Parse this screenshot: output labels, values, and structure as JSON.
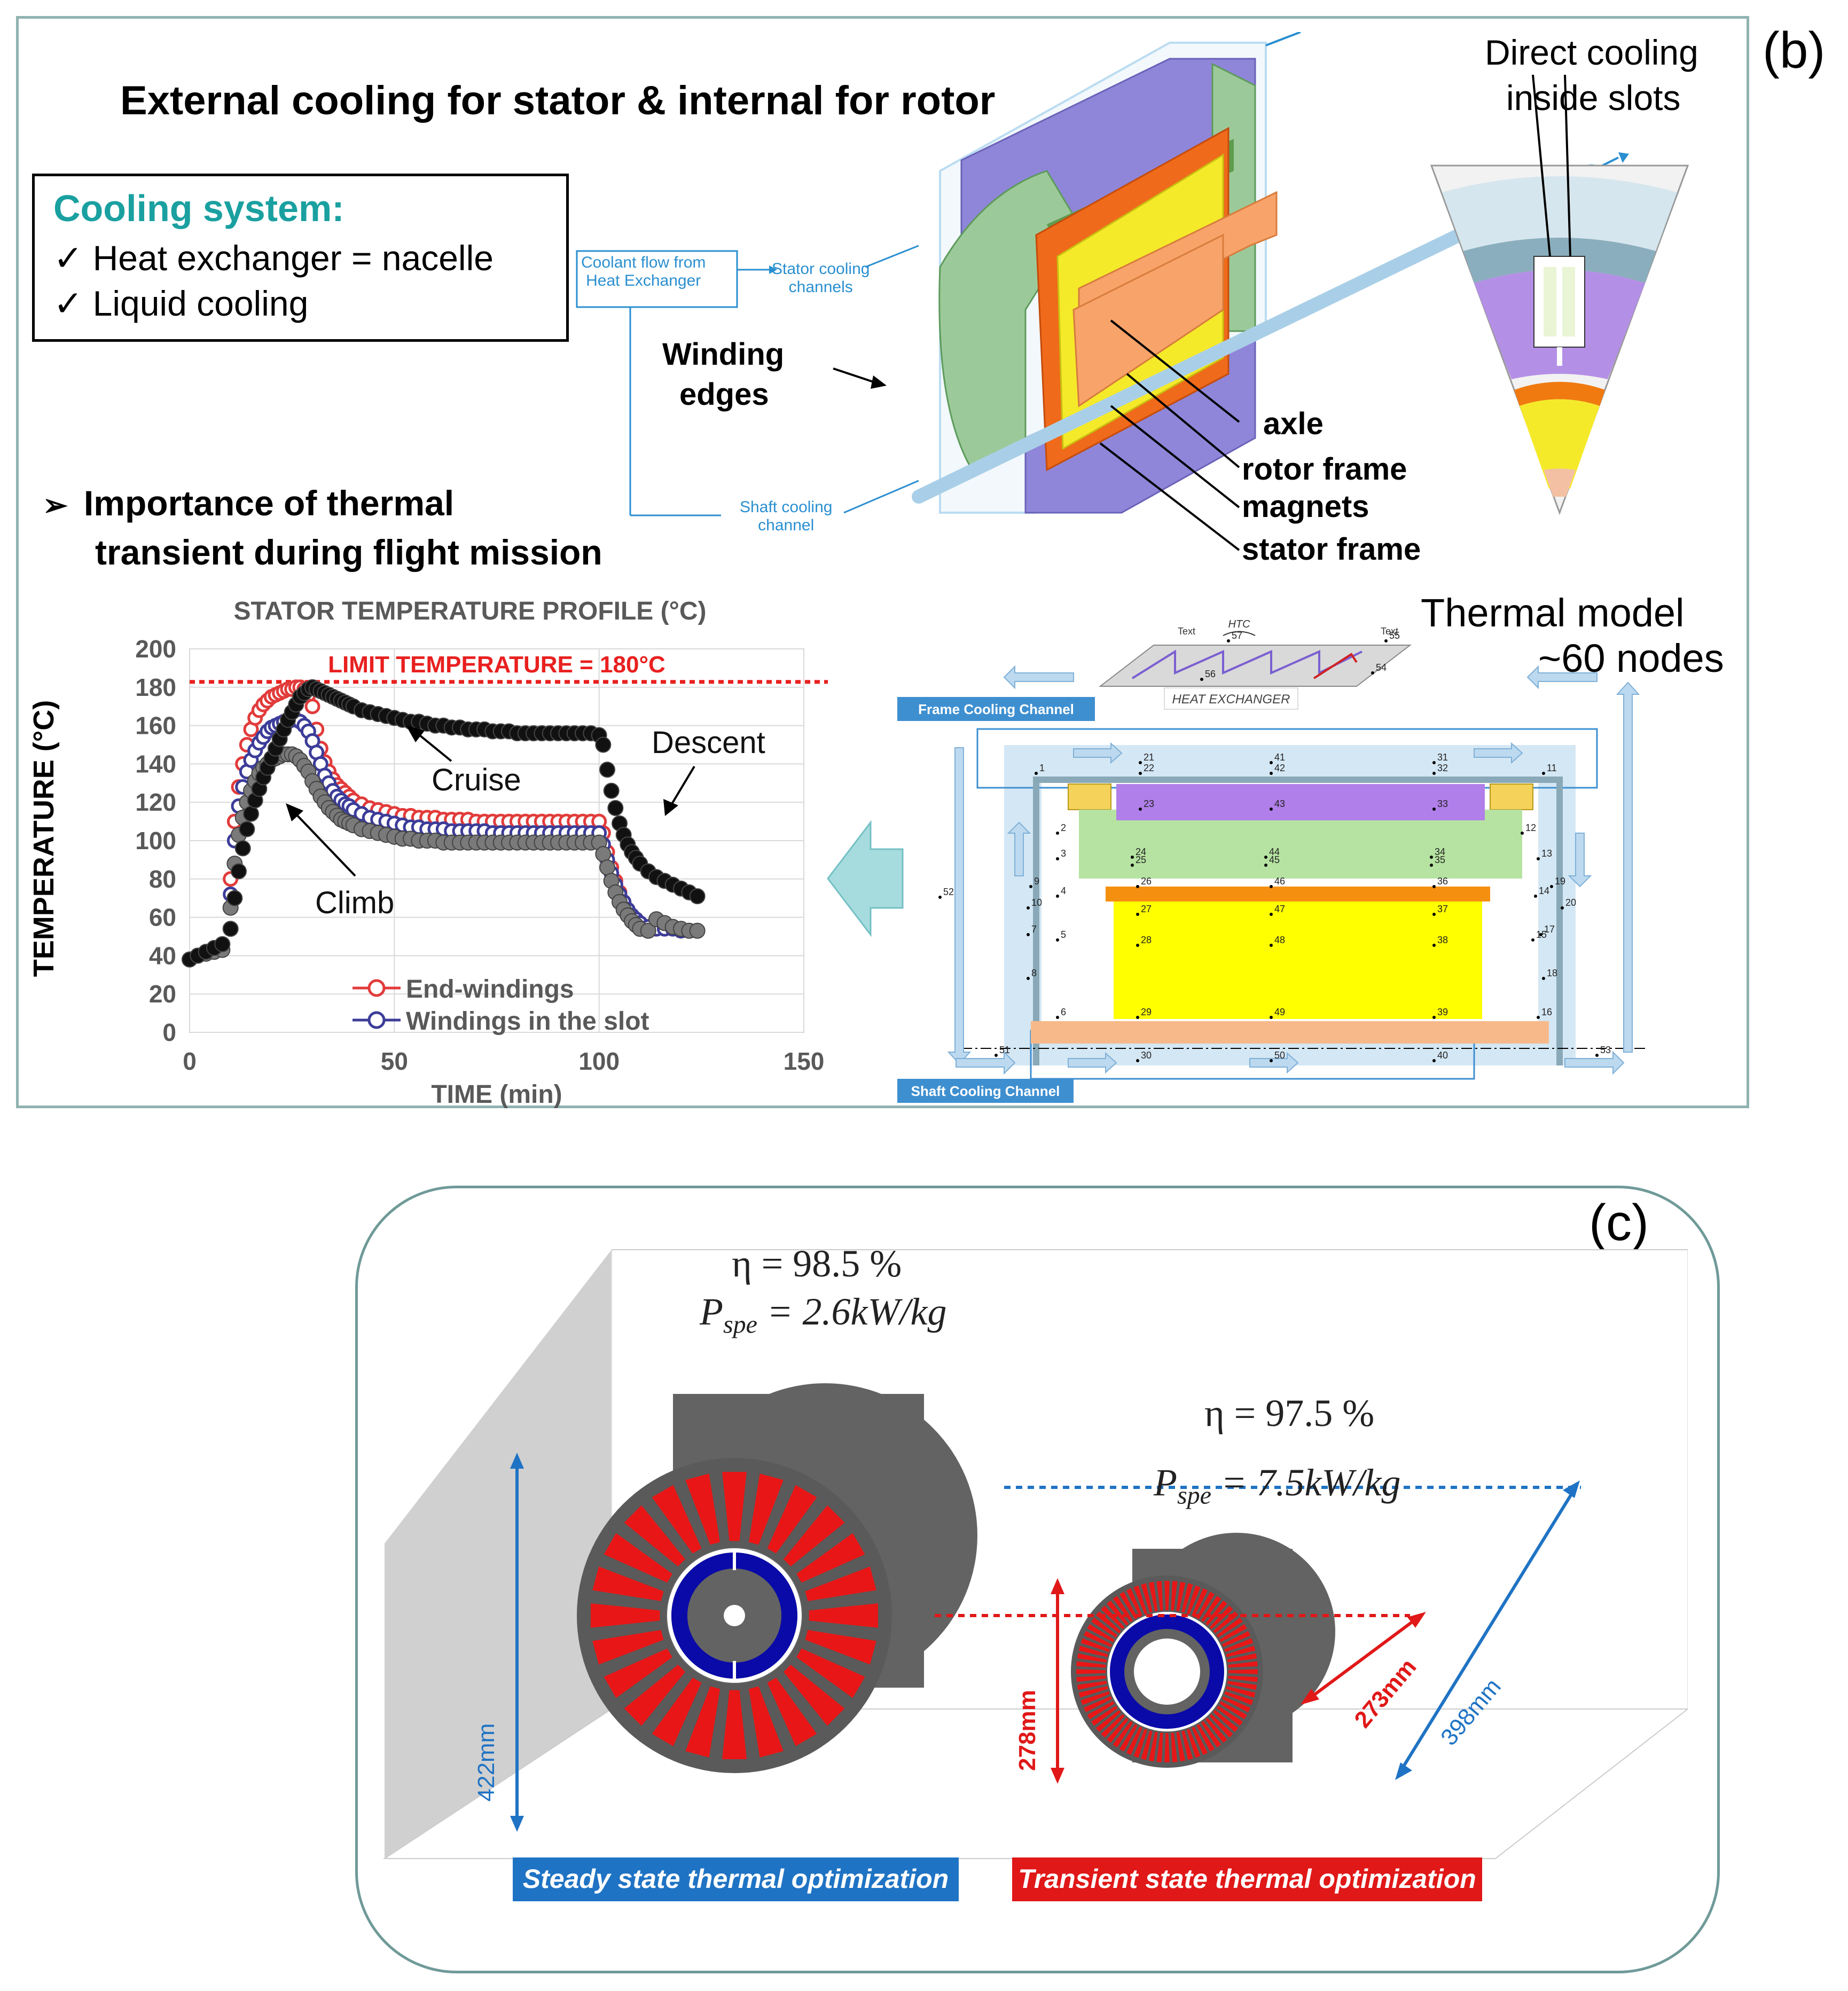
{
  "panel_b": {
    "label": "(b)",
    "title": "External cooling for stator & internal for rotor",
    "cooling_box": {
      "heading": "Cooling system:",
      "items": [
        "✓  Heat exchanger = nacelle",
        "✓  Liquid cooling"
      ]
    },
    "importance_line1": "Importance of thermal",
    "importance_line2": "transient during flight mission",
    "motor_diagram": {
      "coolant_from_hx": "Coolant flow from\nHeat Exchanger",
      "stator_channels": "Stator cooling\nchannels",
      "shaft_channel": "Shaft cooling\nchannel",
      "winding_edges_1": "Winding",
      "winding_edges_2": "edges",
      "axle": "axle",
      "rotor_frame": "rotor frame",
      "magnets": "magnets",
      "stator_frame": "stator frame",
      "direct_cooling_1": "Direct cooling",
      "direct_cooling_2": "inside slots"
    },
    "thermal_model": {
      "title_1": "Thermal model",
      "title_2": "~60 nodes",
      "frame_channel": "Frame Cooling Channel",
      "shaft_channel": "Shaft Cooling Channel",
      "heat_exchanger": "HEAT EXCHANGER",
      "htc": "HTC",
      "text_left": "Text",
      "text_right": "Text",
      "nodes": [
        "1",
        "2",
        "3",
        "4",
        "5",
        "6",
        "7",
        "8",
        "9",
        "10",
        "11",
        "12",
        "13",
        "14",
        "15",
        "16",
        "17",
        "18",
        "19",
        "20",
        "21",
        "22",
        "23",
        "24",
        "25",
        "26",
        "27",
        "28",
        "29",
        "30",
        "31",
        "32",
        "33",
        "34",
        "35",
        "36",
        "37",
        "38",
        "39",
        "40",
        "41",
        "42",
        "43",
        "44",
        "45",
        "46",
        "47",
        "48",
        "49",
        "50",
        "51",
        "52",
        "53",
        "54",
        "55",
        "56",
        "57"
      ]
    }
  },
  "chart_data": {
    "type": "scatter",
    "title": "STATOR TEMPERATURE PROFILE (°C)",
    "xlabel": "TIME (min)",
    "ylabel": "TEMPERATURE (°C)",
    "xlim": [
      0,
      150
    ],
    "ylim": [
      0,
      200
    ],
    "xticks": [
      0,
      50,
      100,
      150
    ],
    "yticks": [
      0,
      20,
      40,
      60,
      80,
      100,
      120,
      140,
      160,
      180,
      200
    ],
    "grid": true,
    "limit_line": {
      "value": 180,
      "label": "LIMIT TEMPERATURE = 180°C",
      "color": "#e8201f"
    },
    "annotations": [
      {
        "text": "Cruise"
      },
      {
        "text": "Descent"
      },
      {
        "text": "Climb"
      }
    ],
    "legend_position": "bottom-left",
    "series": [
      {
        "name": "End-windings",
        "color": "#e23b3b",
        "fill": "none",
        "x": [
          0,
          2,
          4,
          6,
          8,
          10,
          11,
          12,
          13,
          14,
          15,
          16,
          17,
          18,
          19,
          20,
          21,
          22,
          23,
          24,
          25,
          26,
          27,
          28,
          29,
          30,
          31,
          32,
          33,
          34,
          35,
          36,
          37,
          38,
          39,
          40,
          42,
          44,
          46,
          48,
          50,
          52,
          54,
          56,
          58,
          60,
          62,
          64,
          66,
          68,
          70,
          72,
          74,
          76,
          78,
          80,
          82,
          84,
          86,
          88,
          90,
          92,
          94,
          96,
          98,
          100,
          101,
          102,
          103,
          104,
          105,
          106,
          107,
          108,
          109,
          110,
          112,
          114,
          116,
          118,
          120,
          122,
          124
        ],
        "y": [
          38,
          40,
          41,
          42,
          43,
          80,
          110,
          128,
          140,
          150,
          158,
          164,
          168,
          171,
          173,
          175,
          176,
          177,
          178,
          179,
          179,
          180,
          180,
          179,
          176,
          170,
          158,
          148,
          141,
          136,
          132,
          129,
          127,
          125,
          123,
          121,
          119,
          117,
          116,
          115,
          114,
          113,
          113,
          112,
          112,
          112,
          111,
          111,
          111,
          111,
          110,
          110,
          110,
          110,
          110,
          110,
          110,
          110,
          110,
          110,
          110,
          110,
          110,
          110,
          110,
          110,
          104,
          94,
          86,
          79,
          73,
          68,
          64,
          61,
          59,
          57,
          55,
          54,
          54,
          54,
          53,
          53,
          53
        ]
      },
      {
        "name": "Windings in the slot",
        "color": "#3c3c99",
        "fill": "none",
        "x": [
          0,
          2,
          4,
          6,
          8,
          10,
          11,
          12,
          13,
          14,
          15,
          16,
          17,
          18,
          19,
          20,
          21,
          22,
          23,
          24,
          25,
          26,
          27,
          28,
          29,
          30,
          31,
          32,
          33,
          34,
          35,
          36,
          37,
          38,
          39,
          40,
          42,
          44,
          46,
          48,
          50,
          52,
          54,
          56,
          58,
          60,
          62,
          64,
          66,
          68,
          70,
          72,
          74,
          76,
          78,
          80,
          82,
          84,
          86,
          88,
          90,
          92,
          94,
          96,
          98,
          100,
          101,
          102,
          103,
          104,
          105,
          106,
          107,
          108,
          109,
          110,
          112,
          114,
          116,
          118,
          120,
          122,
          124
        ],
        "y": [
          38,
          40,
          41,
          42,
          43,
          72,
          100,
          118,
          128,
          136,
          142,
          147,
          151,
          154,
          157,
          159,
          160,
          161,
          162,
          162,
          163,
          163,
          162,
          160,
          157,
          152,
          146,
          140,
          134,
          130,
          126,
          123,
          121,
          119,
          118,
          116,
          114,
          112,
          111,
          110,
          109,
          108,
          107,
          107,
          106,
          106,
          106,
          105,
          105,
          105,
          105,
          105,
          104,
          104,
          104,
          104,
          104,
          104,
          104,
          104,
          104,
          104,
          104,
          104,
          104,
          104,
          98,
          90,
          83,
          77,
          72,
          68,
          64,
          61,
          59,
          57,
          55,
          54,
          54,
          54,
          53,
          53,
          53
        ]
      },
      {
        "name": "",
        "color": "#7a7a7a",
        "fill": "#7a7a7a",
        "x": [
          0,
          2,
          4,
          6,
          8,
          10,
          11,
          12,
          13,
          14,
          15,
          16,
          17,
          18,
          19,
          20,
          21,
          22,
          23,
          24,
          25,
          26,
          27,
          28,
          29,
          30,
          31,
          32,
          33,
          34,
          35,
          36,
          37,
          38,
          39,
          40,
          42,
          44,
          46,
          48,
          50,
          52,
          54,
          56,
          58,
          60,
          62,
          64,
          66,
          68,
          70,
          72,
          74,
          76,
          78,
          80,
          82,
          84,
          86,
          88,
          90,
          92,
          94,
          96,
          98,
          100,
          101,
          102,
          103,
          104,
          105,
          106,
          107,
          108,
          109,
          110,
          112,
          114,
          116,
          118,
          120,
          122,
          124
        ],
        "y": [
          38,
          40,
          41,
          42,
          43,
          65,
          88,
          103,
          112,
          120,
          126,
          131,
          135,
          138,
          140,
          142,
          143,
          144,
          145,
          145,
          145,
          144,
          142,
          139,
          136,
          131,
          127,
          123,
          120,
          117,
          115,
          113,
          111,
          110,
          109,
          108,
          106,
          105,
          104,
          103,
          102,
          101,
          101,
          100,
          100,
          100,
          99,
          99,
          99,
          99,
          99,
          99,
          99,
          99,
          99,
          99,
          99,
          99,
          99,
          99,
          99,
          99,
          99,
          99,
          99,
          99,
          93,
          86,
          79,
          73,
          68,
          64,
          61,
          58,
          56,
          54,
          53,
          59,
          57,
          55,
          54,
          53,
          53
        ]
      },
      {
        "name": "",
        "color": "#111111",
        "fill": "#111111",
        "x": [
          0,
          2,
          4,
          6,
          8,
          10,
          11,
          12,
          13,
          14,
          15,
          16,
          17,
          18,
          19,
          20,
          21,
          22,
          23,
          24,
          25,
          26,
          27,
          28,
          29,
          30,
          31,
          32,
          33,
          34,
          35,
          36,
          37,
          38,
          39,
          40,
          42,
          44,
          46,
          48,
          50,
          52,
          54,
          56,
          58,
          60,
          62,
          64,
          66,
          68,
          70,
          72,
          74,
          76,
          78,
          80,
          82,
          84,
          86,
          88,
          90,
          92,
          94,
          96,
          98,
          100,
          101,
          102,
          103,
          104,
          105,
          106,
          107,
          108,
          109,
          110,
          112,
          114,
          116,
          118,
          120,
          122,
          124
        ],
        "y": [
          38,
          40,
          42,
          44,
          46,
          54,
          70,
          84,
          96,
          106,
          114,
          121,
          127,
          133,
          138,
          143,
          148,
          153,
          158,
          163,
          167,
          171,
          175,
          177,
          179,
          180,
          179,
          178,
          177,
          176,
          175,
          174,
          173,
          172,
          171,
          170,
          168,
          167,
          166,
          165,
          164,
          163,
          162,
          162,
          161,
          160,
          160,
          159,
          159,
          158,
          158,
          158,
          157,
          157,
          157,
          156,
          156,
          156,
          156,
          156,
          156,
          156,
          156,
          156,
          156,
          155,
          150,
          137,
          126,
          117,
          109,
          103,
          98,
          94,
          91,
          88,
          84,
          81,
          79,
          77,
          75,
          73,
          71
        ]
      }
    ]
  },
  "panel_c": {
    "label": "(c)",
    "eta_left": "η = 98.5 %",
    "pspe_left_pre": "P",
    "pspe_left_sub": "spe",
    "pspe_left_post": " = 2.6kW/kg",
    "eta_right": "η = 97.5 %",
    "pspe_right_pre": "P",
    "pspe_right_sub": "spe",
    "pspe_right_post": " = 7.5kW/kg",
    "dim_422": "422mm",
    "dim_278": "278mm",
    "dim_273": "273mm",
    "dim_398": "398mm",
    "caption_steady": "Steady state thermal  optimization",
    "caption_transient": "Transient state thermal optimization",
    "colors": {
      "steady": "#1f73c4",
      "transient": "#e01818",
      "body": "#636363",
      "ring": "#0a0aa8",
      "slots": "#e81616"
    }
  }
}
